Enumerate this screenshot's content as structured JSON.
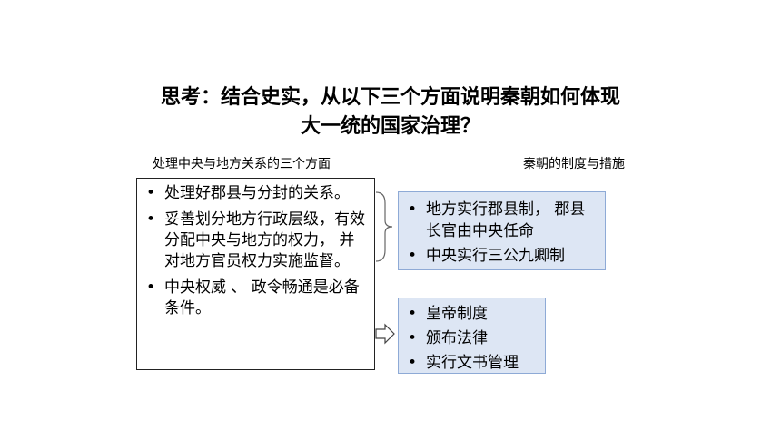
{
  "title": {
    "line1": "思考：结合史实，从以下三个方面说明秦朝如何体现",
    "line2": "大一统的国家治理？"
  },
  "left_label": "处理中央与地方关系的三个方面",
  "right_label": "秦朝的制度与措施",
  "left_items": [
    "处理好郡县与分封的关系。",
    "妥善划分地方行政层级，有效分配中央与地方的权力， 并对地方官员权力实施监督。",
    "中央权威 、 政令畅通是必备条件。"
  ],
  "box1_items": [
    "地方实行郡县制， 郡县长官由中央任命",
    "中央实行三公九卿制"
  ],
  "box2_items": [
    "皇帝制度",
    "颁布法律",
    "实行文书管理"
  ],
  "colors": {
    "blue_fill": "#dde6f4",
    "blue_border": "#8eaad6"
  }
}
